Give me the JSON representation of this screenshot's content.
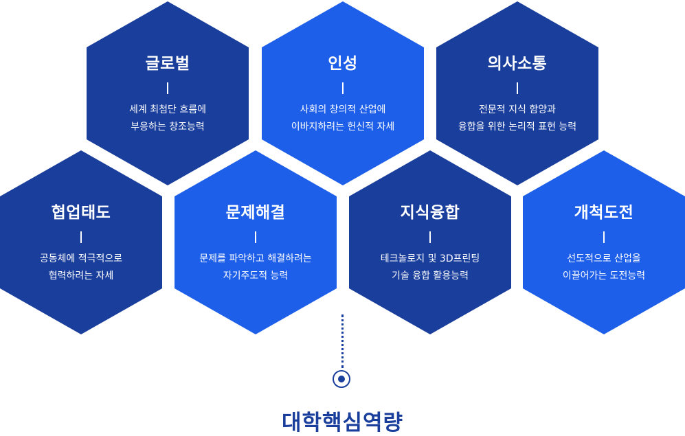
{
  "colors": {
    "dark_blue": "#1a3e9c",
    "bright_blue": "#1d5fe8",
    "text_on_hex": "#ffffff",
    "caption": "#1a3e9c"
  },
  "hexagons": [
    {
      "title": "글로벌",
      "desc": [
        "세계 최첨단 흐름에",
        "부응하는 창조능력"
      ],
      "color": "#1a3e9c"
    },
    {
      "title": "인성",
      "desc": [
        "사회의 창의적 산업에",
        "이바지하려는 헌신적 자세"
      ],
      "color": "#1d5fe8"
    },
    {
      "title": "의사소통",
      "desc": [
        "전문적 지식 함양과",
        "융합을 위한 논리적 표현 능력"
      ],
      "color": "#1a3e9c"
    },
    {
      "title": "협업태도",
      "desc": [
        "공동체에 적극적으로",
        "협력하려는 자세"
      ],
      "color": "#1a3e9c"
    },
    {
      "title": "문제해결",
      "desc": [
        "문제를 파악하고 해결하려는",
        "자기주도적 능력"
      ],
      "color": "#1d5fe8"
    },
    {
      "title": "지식융합",
      "desc": [
        "테크놀로지 및 3D프린팅",
        "기술 융합 활용능력"
      ],
      "color": "#1a3e9c"
    },
    {
      "title": "개척도전",
      "desc": [
        "선도적으로 산업을",
        "이끌어가는 도전능력"
      ],
      "color": "#1d5fe8"
    }
  ],
  "caption": "대학핵심역량"
}
